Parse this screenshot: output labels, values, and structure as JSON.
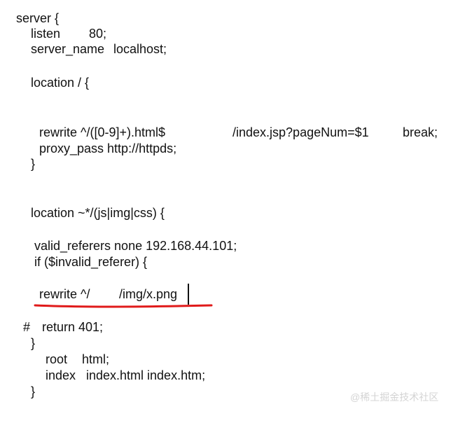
{
  "lines": {
    "server_open": "server {",
    "listen_label": "listen",
    "listen_value": "80;",
    "server_name_label": "server_name",
    "server_name_value": "localhost;",
    "location_root": "location / {",
    "rewrite_command": "rewrite ^/([0-9]+).html$",
    "rewrite_target": "/index.jsp?pageNum=$1",
    "rewrite_flag": "break;",
    "proxy_pass": "proxy_pass http://httpds;",
    "close_block_1": "}",
    "location_static": "location ~*/(js|img|css) {",
    "valid_referers": "valid_referers none 192.168.44.101;",
    "if_invalid": "if ($invalid_referer) {",
    "rewrite_img_prefix": "rewrite ^/",
    "rewrite_img_target": "/img/x.png",
    "comment_mark": "#",
    "return_401": "return 401;",
    "close_if": "}",
    "root_label": "root",
    "root_value": "html;",
    "index_label": "index",
    "index_value": "index.html index.htm;",
    "close_location": "}"
  },
  "watermark": {
    "text": "@稀土掘金技术社区"
  },
  "colors": {
    "text": "#111111",
    "underline": "#e01a1a",
    "watermark": "#d4d4d4",
    "background": "#ffffff"
  }
}
